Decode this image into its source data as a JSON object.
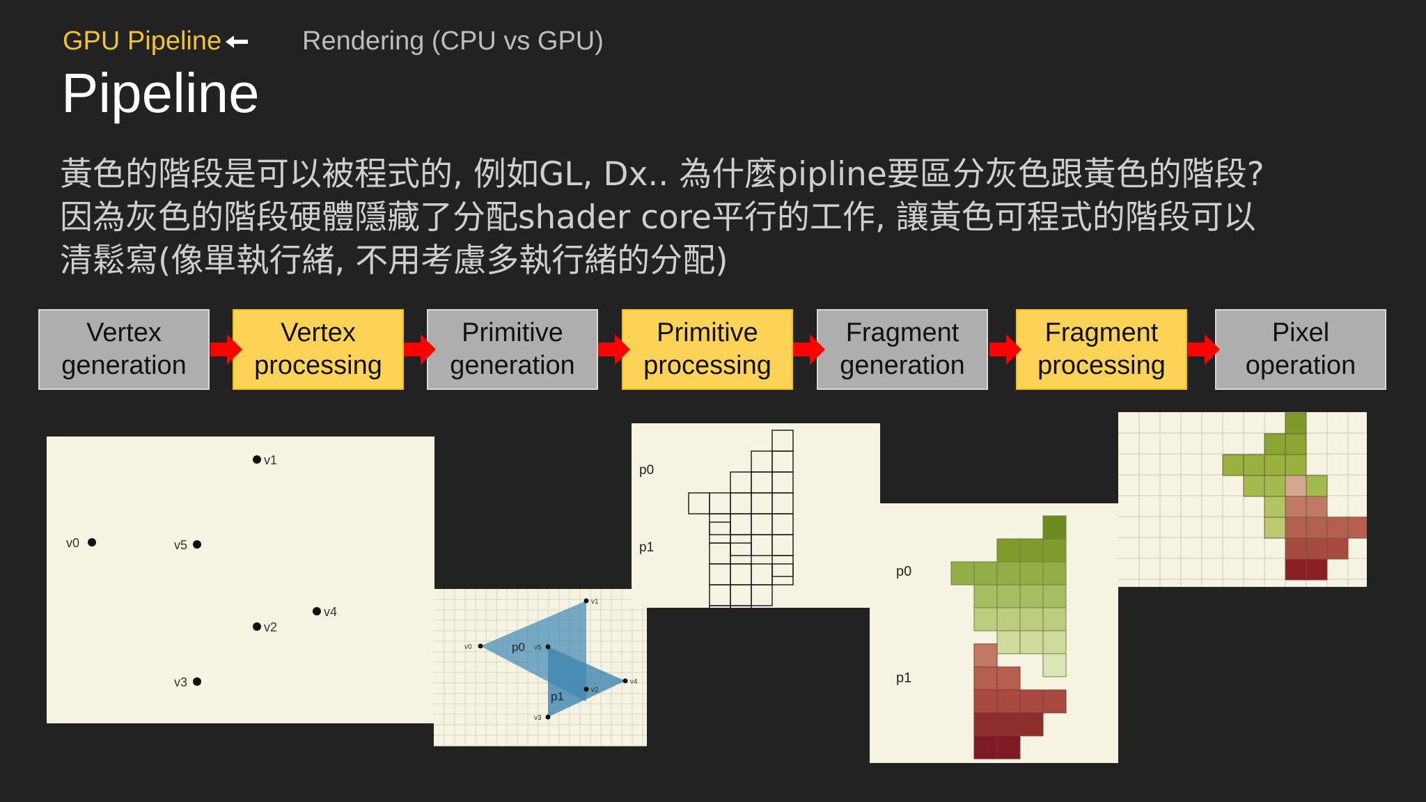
{
  "header": {
    "breadcrumb": "GPU Pipeline",
    "second_tab": "Rendering (CPU vs GPU)",
    "title": "Pipeline"
  },
  "description": [
    "黃色的階段是可以被程式的, 例如GL, Dx.. 為什麼pipline要區分灰色跟黃色的階段?",
    "因為灰色的階段硬體隱藏了分配shader core平行的工作, 讓黃色可程式的階段可以",
    "清鬆寫(像單執行緒, 不用考慮多執行緒的分配)"
  ],
  "stages": [
    {
      "line1": "Vertex",
      "line2": "generation",
      "kind": "gray"
    },
    {
      "line1": "Vertex",
      "line2": "processing",
      "kind": "yellow"
    },
    {
      "line1": "Primitive",
      "line2": "generation",
      "kind": "gray"
    },
    {
      "line1": "Primitive",
      "line2": "processing",
      "kind": "yellow"
    },
    {
      "line1": "Fragment",
      "line2": "generation",
      "kind": "gray"
    },
    {
      "line1": "Fragment",
      "line2": "processing",
      "kind": "yellow"
    },
    {
      "line1": "Pixel",
      "line2": "operation",
      "kind": "gray"
    }
  ],
  "colors": {
    "background": "#222222",
    "breadcrumb": "#f3c331",
    "stage_gray": "#aeaeae",
    "stage_yellow": "#fcd257",
    "arrow": "#ff0000",
    "panel": "#f6f3e2",
    "triangle": "#4a90b8",
    "green_fragments": "#8fa640",
    "red_fragments": "#a8483e"
  },
  "vertex_panel": {
    "labels": [
      "v1",
      "v0",
      "v5",
      "v4",
      "v2",
      "v3"
    ]
  },
  "primitive_panel": {
    "vertex_labels": [
      "v1",
      "v0",
      "v5",
      "v2",
      "v4",
      "v3"
    ],
    "primitive_labels": [
      "p0",
      "p1"
    ]
  },
  "fragment_gen_panel": {
    "labels": [
      "p0",
      "p1"
    ]
  },
  "fragment_proc_panel": {
    "labels": [
      "p0",
      "p1"
    ]
  },
  "icons": {
    "breadcrumb_arrow": "arrow-left-icon",
    "stage_arrow": "arrow-right-icon"
  }
}
